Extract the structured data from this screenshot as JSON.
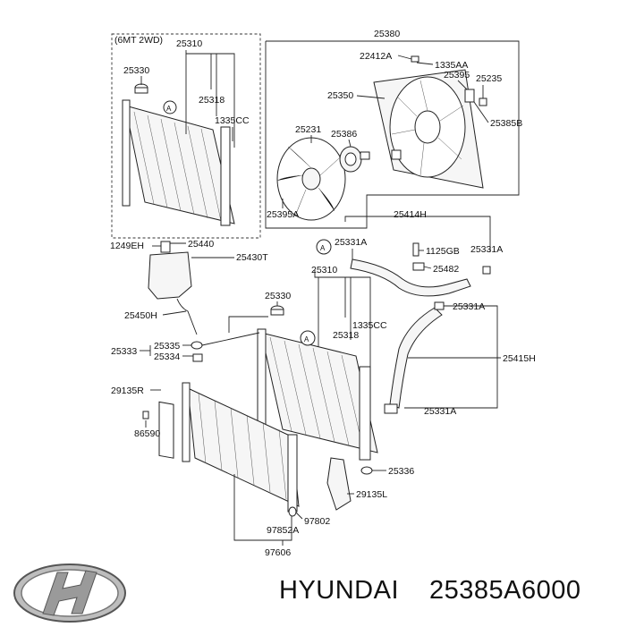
{
  "diagram": {
    "variant_note": "(6MT 2WD)",
    "callouts": {
      "a_circle": "A",
      "p25380": "25380",
      "p22412A": "22412A",
      "p1335AA": "1335AA",
      "p25395": "25395",
      "p25235": "25235",
      "p25350": "25350",
      "p25385B": "25385B",
      "p25231": "25231",
      "p25386": "25386",
      "p25395A": "25395A",
      "p25310_top": "25310",
      "p25330_top": "25330",
      "p25318_top": "25318",
      "p1335CC_top": "1335CC",
      "p25414H": "25414H",
      "p25331A_1": "25331A",
      "p25331A_2": "25331A",
      "p1125GB": "1125GB",
      "p25482": "25482",
      "p1249EH": "1249EH",
      "p25440": "25440",
      "p25430T": "25430T",
      "p25310_mid": "25310",
      "p25330_mid": "25330",
      "p25318_mid": "25318",
      "p1335CC_mid": "1335CC",
      "p25450H": "25450H",
      "p25331A_3": "25331A",
      "p25333": "25333",
      "p25335": "25335",
      "p25334": "25334",
      "p25415H": "25415H",
      "p29135R": "29135R",
      "p86590": "86590",
      "p25331A_4": "25331A",
      "p25336": "25336",
      "p29135L": "29135L",
      "p97802": "97802",
      "p97852A": "97852A",
      "p97606": "97606"
    }
  },
  "footer": {
    "brand_name": "HYUNDAI",
    "part_number": "25385A6000",
    "logo_icon": "hyundai-logo-icon"
  },
  "colors": {
    "line": "#222222",
    "text": "#111111",
    "background": "#ffffff"
  }
}
